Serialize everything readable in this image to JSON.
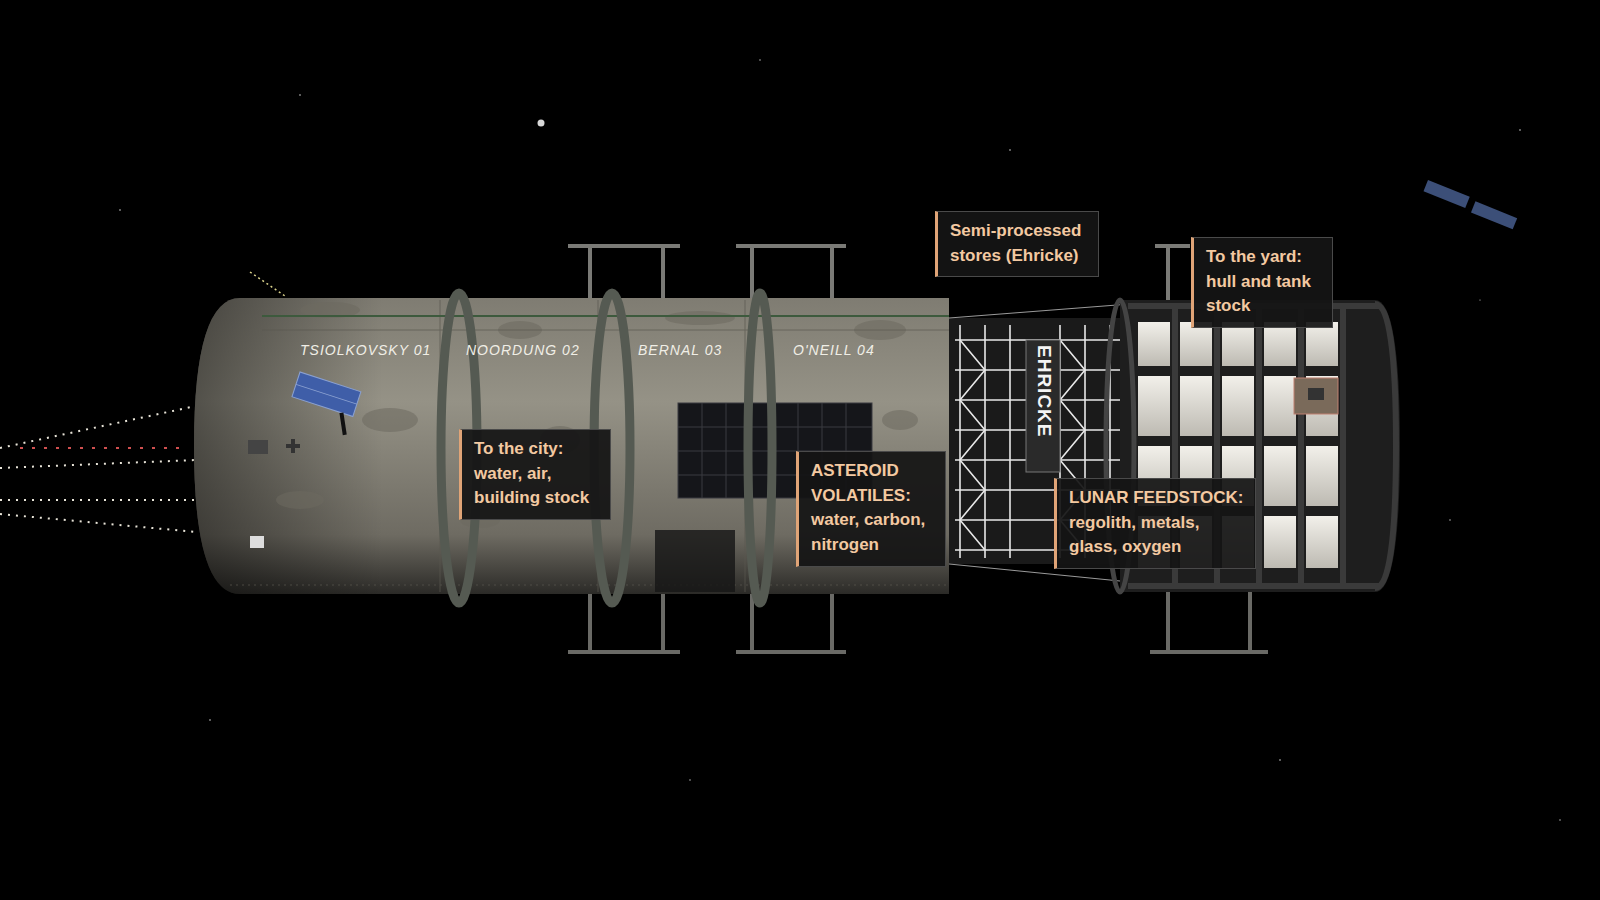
{
  "diagram": {
    "nodes": [
      {
        "text": [
          "Semi-processed stores (Ehricke)"
        ]
      },
      {
        "text": [
          "To the yard:",
          "hull and tank stock"
        ]
      },
      {
        "text": [
          "To the city:",
          "water, air, building stock"
        ]
      },
      {
        "text": [
          "ASTEROID VOLATILES:",
          "water, carbon, nitrogen"
        ]
      },
      {
        "text": [
          "LUNAR FEEDSTOCK:",
          "regolith, metals, glass, oxygen"
        ]
      }
    ],
    "labels": [
      "TSIOLKOVSKY 01",
      "NOORDUNG 02",
      "BERNAL 03",
      "O'NEILL 04",
      "EHRICKE"
    ]
  }
}
